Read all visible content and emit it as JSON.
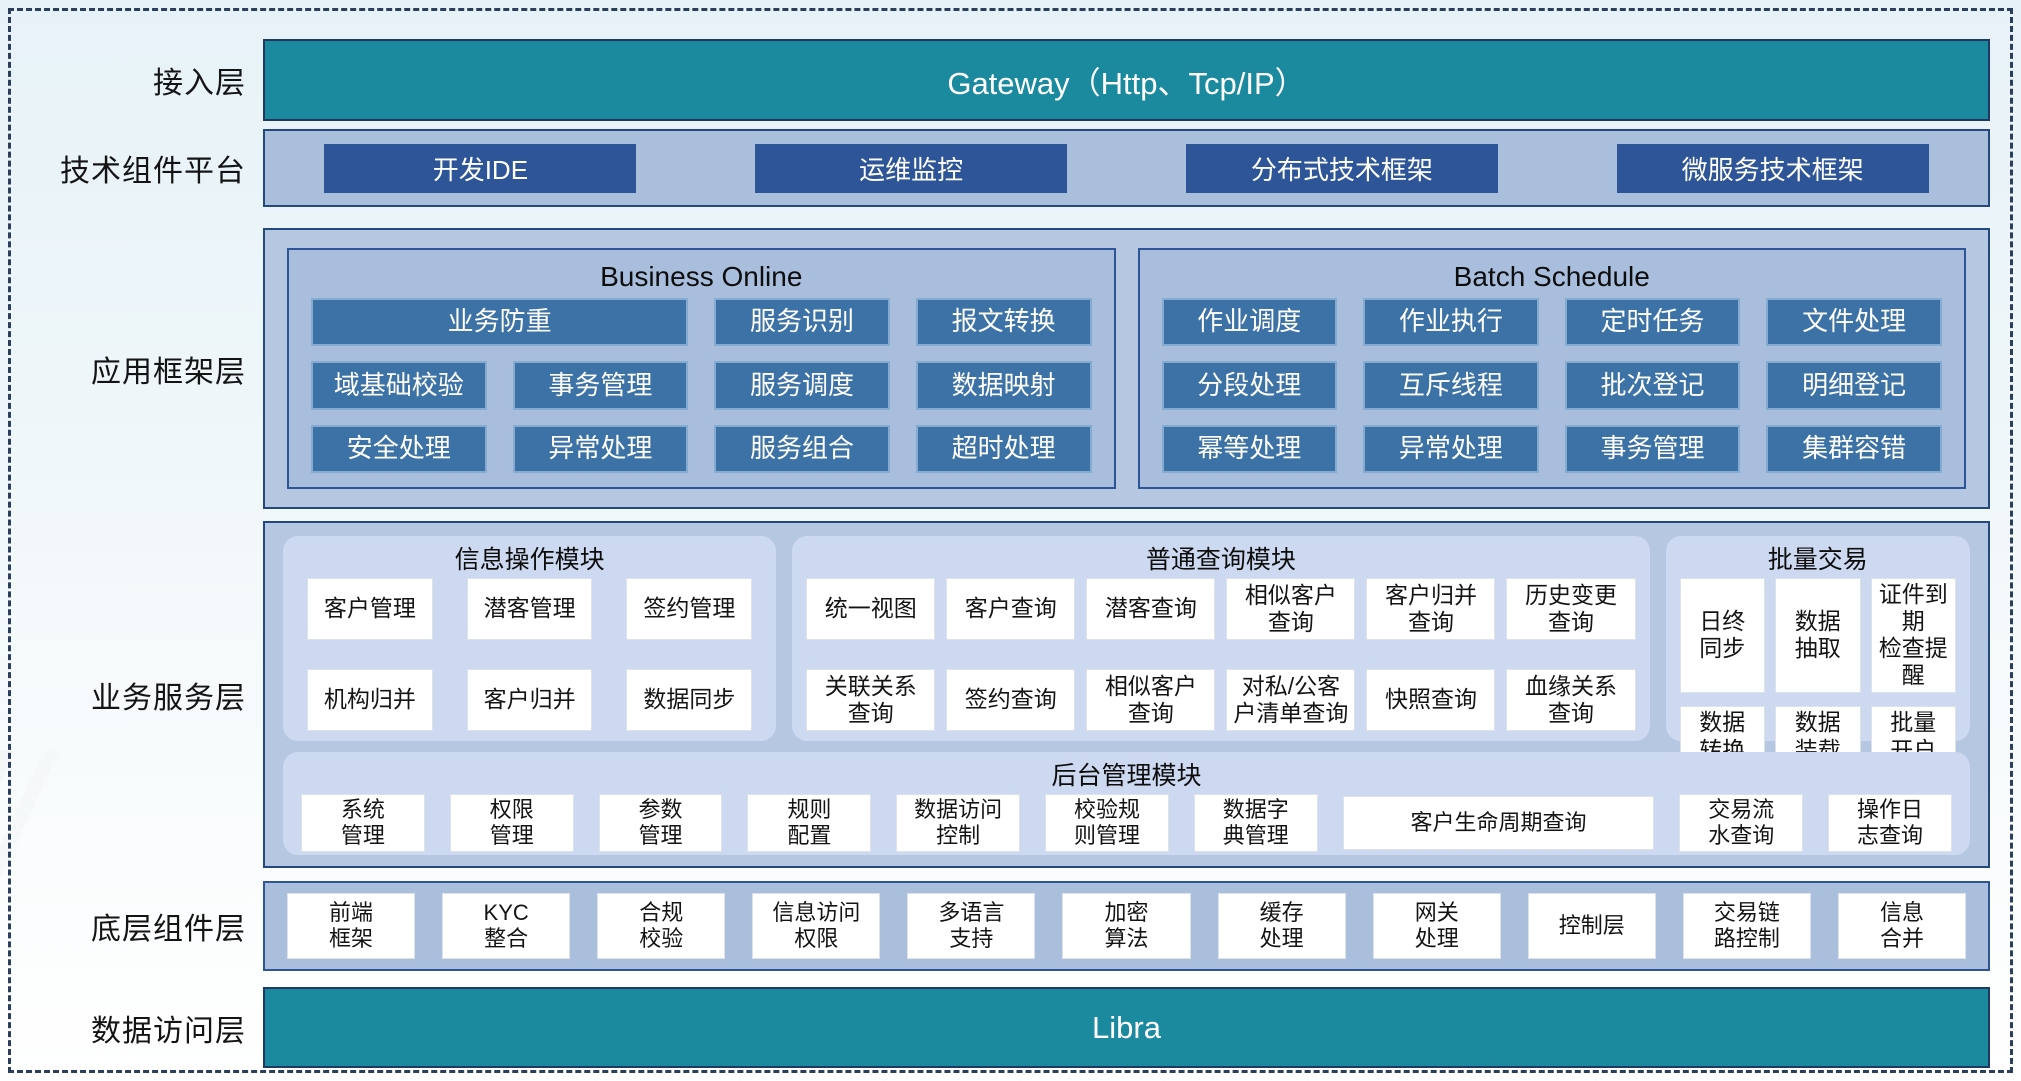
{
  "colors": {
    "teal": "#1b8a9e",
    "navy_border": "#1f3864",
    "dark_blue": "#2e5597",
    "mid_blue": "#3d72a7",
    "panel_blue": "#b6c7e2",
    "group_blue": "#cdd9f0"
  },
  "layers": {
    "access": {
      "label": "接入层",
      "gateway": "Gateway（Http、Tcp/IP）"
    },
    "tech": {
      "label": "技术组件平台",
      "items": [
        "开发IDE",
        "运维监控",
        "分布式技术框架",
        "微服务技术框架"
      ]
    },
    "app": {
      "label": "应用框架层",
      "business_online": {
        "title": "Business Online",
        "items": [
          "业务防重",
          "服务识别",
          "报文转换",
          "域基础校验",
          "事务管理",
          "服务调度",
          "数据映射",
          "安全处理",
          "异常处理",
          "服务组合",
          "超时处理"
        ]
      },
      "batch_schedule": {
        "title": "Batch Schedule",
        "items": [
          "作业调度",
          "作业执行",
          "定时任务",
          "文件处理",
          "分段处理",
          "互斥线程",
          "批次登记",
          "明细登记",
          "幂等处理",
          "异常处理",
          "事务管理",
          "集群容错"
        ]
      }
    },
    "service": {
      "label": "业务服务层",
      "info_ops": {
        "title": "信息操作模块",
        "items": [
          "客户管理",
          "潜客管理",
          "签约管理",
          "机构归并",
          "客户归并",
          "数据同步"
        ]
      },
      "query": {
        "title": "普通查询模块",
        "items": [
          "统一视图",
          "客户查询",
          "潜客查询",
          "相似客户\n查询",
          "客户归并\n查询",
          "历史变更\n查询",
          "关联关系\n查询",
          "签约查询",
          "相似客户\n查询",
          "对私/公客\n户清单查询",
          "快照查询",
          "血缘关系\n查询"
        ]
      },
      "batch_trade": {
        "title": "批量交易",
        "items": [
          "日终\n同步",
          "数据\n抽取",
          "证件到期\n检查提醒",
          "数据\n转换",
          "数据\n装载",
          "批量\n开户"
        ]
      },
      "admin": {
        "title": "后台管理模块",
        "items": [
          "系统\n管理",
          "权限\n管理",
          "参数\n管理",
          "规则\n配置",
          "数据访问\n控制",
          "校验规\n则管理",
          "数据字\n典管理",
          "客户生命周期查询",
          "交易流\n水查询",
          "操作日\n志查询"
        ]
      }
    },
    "base": {
      "label": "底层组件层",
      "items": [
        "前端\n框架",
        "KYC\n整合",
        "合规\n校验",
        "信息访问\n权限",
        "多语言\n支持",
        "加密\n算法",
        "缓存\n处理",
        "网关\n处理",
        "控制层",
        "交易链\n路控制",
        "信息\n合并"
      ]
    },
    "data": {
      "label": "数据访问层",
      "bar": "Libra"
    }
  }
}
